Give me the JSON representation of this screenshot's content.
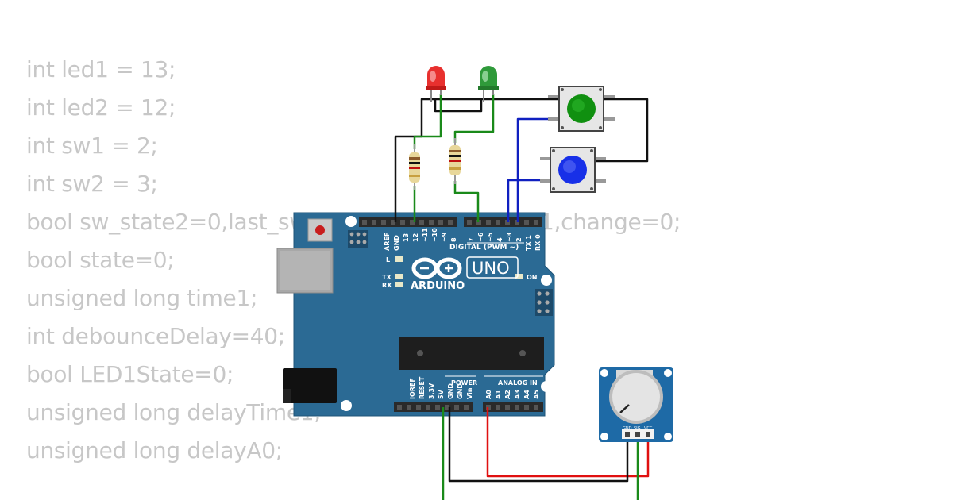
{
  "code_lines": [
    "int led1 = 13;",
    "int led2 = 12;",
    "int sw1 = 2;",
    "int sw2 = 3;",
    "bool sw_state2=0,last_sw_state2=0,sw_state=1,change=0;",
    "bool state=0;",
    "unsigned long time1;",
    "int debounceDelay=40;",
    "bool LED1State=0;",
    "unsigned long delayTime1;",
    "unsigned long delayA0;"
  ],
  "board": {
    "brand": "ARDUINO",
    "model": "UNO",
    "digital_header_label": "DIGITAL (PWM ~)",
    "power_header_label": "POWER",
    "analog_header_label": "ANALOG IN",
    "led_l": "L",
    "led_tx": "TX",
    "led_rx": "RX",
    "led_on": "ON",
    "digital_pins_left": [
      "AREF",
      "GND",
      "13",
      "12",
      "~11",
      "~10",
      "~9",
      "8"
    ],
    "digital_pins_right": [
      "7",
      "~6",
      "~5",
      "4",
      "~3",
      "2",
      "TX 1",
      "RX 0"
    ],
    "power_pins": [
      "IOREF",
      "RESET",
      "3.3V",
      "5V",
      "GND",
      "GND",
      "Vin"
    ],
    "analog_pins": [
      "A0",
      "A1",
      "A2",
      "A3",
      "A4",
      "A5"
    ]
  },
  "potentiometer": {
    "pins": [
      "GND",
      "SIG",
      "VCC"
    ]
  },
  "colors": {
    "board_blue": "#2b6a94",
    "led_red": "#e8302e",
    "led_green": "#2f9a3a",
    "button_green": "#109010",
    "button_blue": "#1830e8",
    "wire_black": "#111111",
    "wire_green": "#1a8a1a",
    "wire_blue": "#1020c0",
    "wire_red": "#e01010",
    "code_text": "#c7c7c7"
  }
}
